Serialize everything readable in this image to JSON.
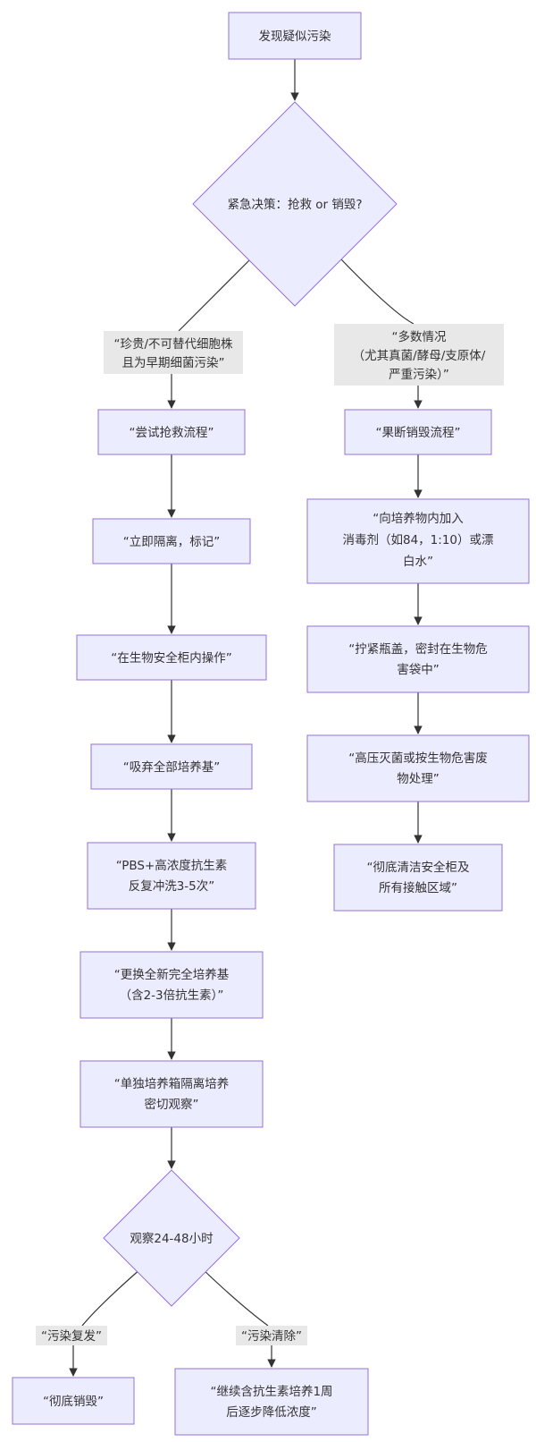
{
  "nodes": {
    "start": "发现疑似污染",
    "decision": "紧急决策：抢救 or 销毁?",
    "label_rescue": [
      "“珍贵/不可替代细胞株",
      "且为早期细菌污染”"
    ],
    "label_destroy": [
      "“多数情况",
      "（尤其真菌/酵母/支原体/",
      "严重污染）”"
    ],
    "rescue_flow": "“尝试抢救流程”",
    "isolate": "“立即隔离，标记”",
    "biosafety": "“在生物安全柜内操作”",
    "aspirate": "“吸弃全部培养基”",
    "wash": [
      "“PBS+高浓度抗生素",
      "反复冲洗3-5次”"
    ],
    "replace": [
      "“更换全新完全培养基",
      "（含2-3倍抗生素）”"
    ],
    "incubate": [
      "“单独培养箱隔离培养",
      "密切观察”"
    ],
    "observe": "观察24-48小时",
    "label_recur": "“污染复发”",
    "label_clear": "“污染清除”",
    "destroy_final": "“彻底销毁”",
    "continue": [
      "“继续含抗生素培养1周",
      "后逐步降低浓度”"
    ],
    "destroy_flow": "“果断销毁流程”",
    "disinfect": [
      "“向培养物内加入",
      "消毒剂（如84，1:10）或漂",
      "白水”"
    ],
    "seal": [
      "“拧紧瓶盖，密封在生物危",
      "害袋中”"
    ],
    "autoclave": [
      "“高压灭菌或按生物危害废",
      "物处理”"
    ],
    "clean": [
      "“彻底清洁安全柜及",
      "所有接触区域”"
    ]
  },
  "colors": {
    "node_fill": "#ECECFF",
    "node_stroke": "#9370DB",
    "edge": "#333333",
    "label_bg": "#E8E8E8"
  }
}
